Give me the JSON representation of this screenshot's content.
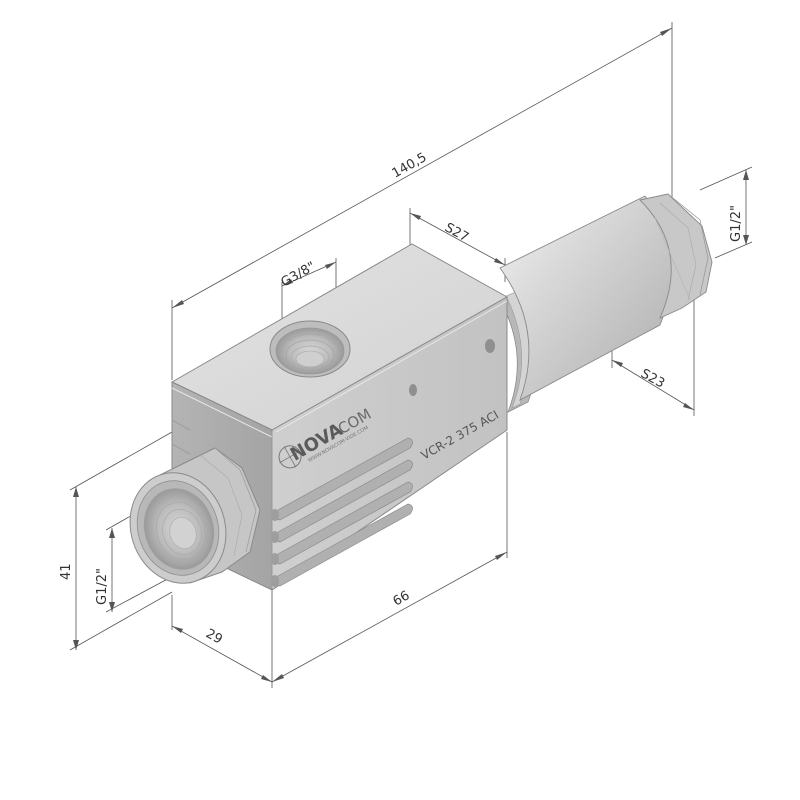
{
  "dimensions": {
    "overall_length": "140,5",
    "wrench_body": "S27",
    "top_port": "G3/8\"",
    "side_port_right": "G1/2\"",
    "wrench_outlet": "S23",
    "height": "41",
    "front_port": "G1/2\"",
    "depth": "29",
    "body_length": "66"
  },
  "labels": {
    "brand_bold": "NOVA",
    "brand_light": "COM",
    "brand_url": "WWW.NOVACOM-VIDE.COM",
    "model": "VCR-2 375 ACI"
  },
  "colors": {
    "metal_light": "#dcdcdc",
    "metal_mid": "#c4c4c4",
    "metal_dark": "#a6a6a6",
    "edge": "#8a8a8a",
    "dim_line": "#555555"
  }
}
